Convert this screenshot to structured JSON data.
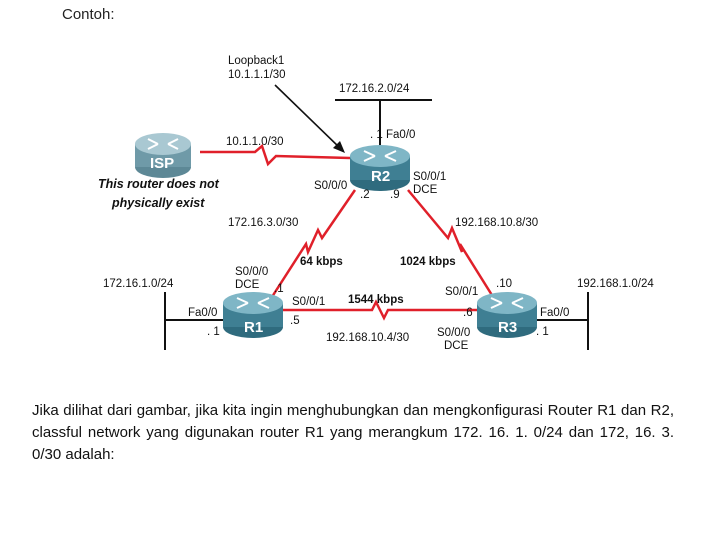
{
  "heading": "Contoh:",
  "routers": {
    "isp": "ISP",
    "r1": "R1",
    "r2": "R2",
    "r3": "R3"
  },
  "isp_note": [
    "This router does not",
    "physically exist"
  ],
  "loopback": {
    "name": "Loopback1",
    "address": "10.1.1.1/30"
  },
  "networks": {
    "r2_lan": "172.16.2.0/24",
    "isp_link": "10.1.1.0/30",
    "r1_r2": "172.16.3.0/30",
    "r2_r3": "192.168.10.8/30",
    "r1_r3": "192.168.10.4/30",
    "r1_lan": "172.16.1.0/24",
    "r3_lan": "192.168.1.0/24"
  },
  "bandwidth": {
    "r1_r2": "64 kbps",
    "r2_r3": "1024 kbps",
    "r1_r3": "1544 kbps"
  },
  "interfaces": {
    "r2_fa00": "Fa0/0",
    "r2_fa00_host": ". 1",
    "r2_s000": "S0/0/0",
    "r2_s000_host": ".2",
    "r2_s001": "S0/0/1",
    "r2_s001_dce": "DCE",
    "r2_s001_host": ".9",
    "r1_s000": "S0/0/0",
    "r1_s000_dce": "DCE",
    "r1_s000_host": ".1",
    "r1_s001": "S0/0/1",
    "r1_s001_host": ".5",
    "r1_fa00": "Fa0/0",
    "r1_fa00_host": ". 1",
    "r3_s001": "S0/0/1",
    "r3_s001_host": ".10",
    "r3_s000": "S0/0/0",
    "r3_s000_dce": "DCE",
    "r3_s000_host": ".6",
    "r3_fa00": "Fa0/0",
    "r3_fa00_host": ". 1"
  },
  "colors": {
    "serial_link": "#e0202a",
    "router_body": "#3f7f93",
    "router_top": "#7fb6c6",
    "isp_router": "#6f9aa8"
  },
  "question": "Jika dilihat dari gambar, jika kita ingin menghubungkan dan mengkonfigurasi Router R1 dan R2, classful network yang digunakan router R1 yang merangkum 172. 16. 1. 0/24 dan 172, 16. 3. 0/30 adalah:"
}
